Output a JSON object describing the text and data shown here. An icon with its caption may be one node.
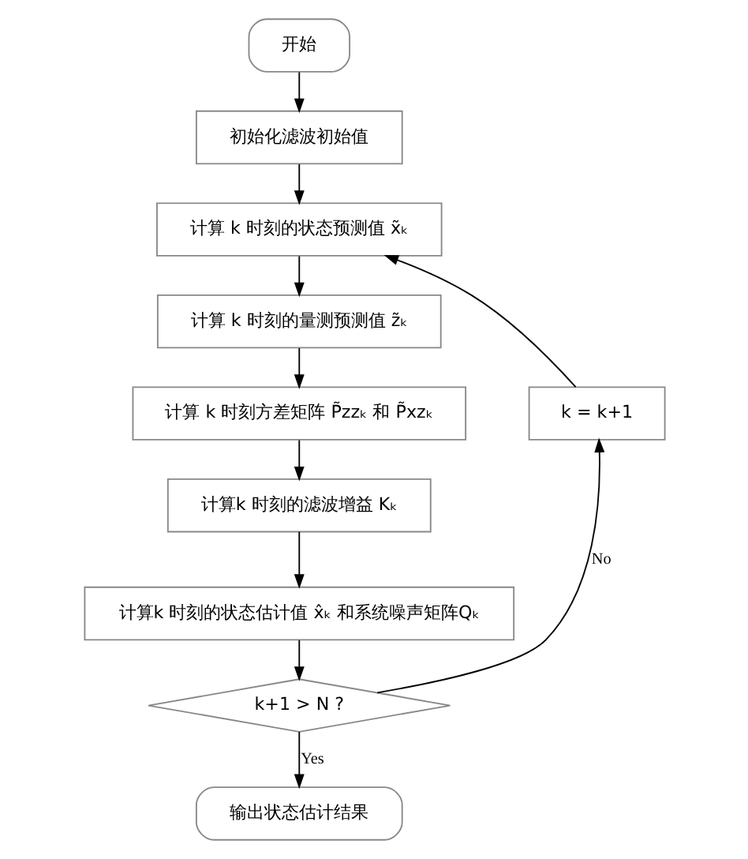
{
  "diagram": {
    "nodes": [
      {
        "text": [
          "开始"
        ]
      },
      {
        "text": [
          "初始化滤波初始值"
        ]
      },
      {
        "text": [
          "计算 k 时刻的状态预测值 x̃ₖ"
        ]
      },
      {
        "text": [
          "计算 k 时刻的量测预测值 z̃ₖ"
        ]
      },
      {
        "text": [
          "计算 k 时刻方差矩阵 P̃zzₖ 和 P̃xzₖ"
        ]
      },
      {
        "text": [
          "计算k 时刻的滤波增益 Kₖ"
        ]
      },
      {
        "text": [
          "计算k 时刻的状态估计值 x̂ₖ 和系统噪声矩阵Qₖ"
        ]
      },
      {
        "text": [
          "k+1 > N ?"
        ]
      },
      {
        "text": [
          "输出状态估计结果"
        ]
      },
      {
        "text": [
          "k = k+1"
        ]
      }
    ],
    "edges": [
      {
        "from": 0,
        "to": 1,
        "arrow": "to"
      },
      {
        "from": 1,
        "to": 2,
        "arrow": "to"
      },
      {
        "from": 2,
        "to": 3,
        "arrow": "to"
      },
      {
        "from": 3,
        "to": 4,
        "arrow": "to"
      },
      {
        "from": 4,
        "to": 5,
        "arrow": "to"
      },
      {
        "from": 5,
        "to": 6,
        "arrow": "to"
      },
      {
        "from": 6,
        "to": 7,
        "arrow": "to"
      },
      {
        "from": 7,
        "to": 8,
        "arrow": "to",
        "label": "Yes"
      },
      {
        "from": 7,
        "to": 9,
        "arrow": "to",
        "label": "No"
      },
      {
        "from": 9,
        "to": 2,
        "arrow": "to"
      }
    ]
  }
}
